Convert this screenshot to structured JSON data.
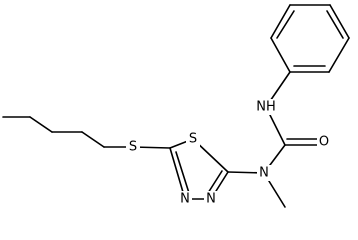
{
  "molecule": {
    "atoms": [
      {
        "id": "S_thioether",
        "label": "S"
      },
      {
        "id": "S_ring",
        "label": "S"
      },
      {
        "id": "N_ring_a",
        "label": "N"
      },
      {
        "id": "N_ring_b",
        "label": "N"
      },
      {
        "id": "N_methyl",
        "label": "N"
      },
      {
        "id": "N_amide",
        "label": "NH"
      },
      {
        "id": "O_carbonyl",
        "label": "O"
      }
    ]
  },
  "colors": {
    "bond": "#000000",
    "text": "#000000",
    "background": "#ffffff"
  }
}
